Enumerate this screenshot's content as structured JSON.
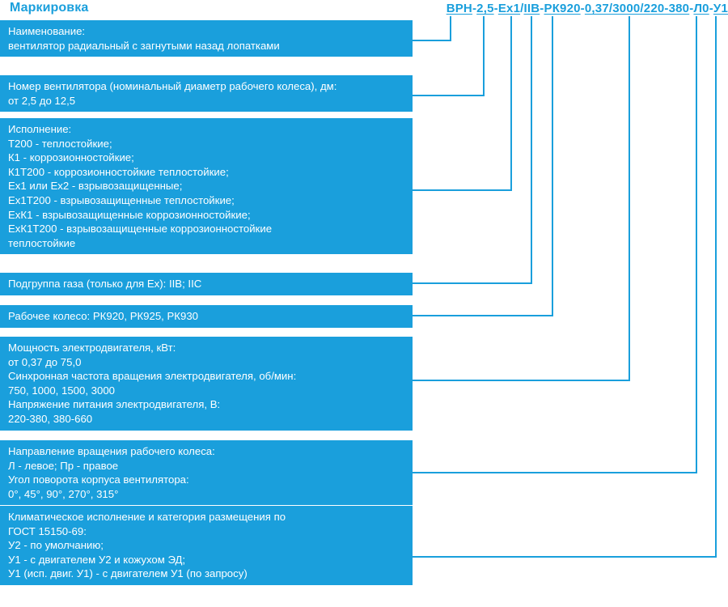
{
  "title": "Маркировка",
  "accent_color": "#1a9fdc",
  "text_color": "#ffffff",
  "background_color": "#ffffff",
  "marking_code": {
    "full": "ВРН-2,5-Ех1/IIВ-РК920-0,37/3000/220-380-Л0-У1",
    "segments": [
      "ВРН",
      "2,5",
      "Ех1",
      "IIВ",
      "РК920",
      "0,37/3000/220-380",
      "Л0",
      "У1"
    ],
    "separators": [
      "-",
      "-",
      "/",
      "-",
      "-",
      "-",
      "-"
    ]
  },
  "boxes": [
    {
      "id": "naimenovanie",
      "name": "name-box",
      "lines": [
        "Наименование:",
        "вентилятор радиальный с загнутыми назад лопатками"
      ]
    },
    {
      "id": "nomer-ventilyatora",
      "name": "fan-number-box",
      "lines": [
        "Номер вентилятора (номинальный диаметр рабочего колеса), дм:",
        "от 2,5 до 12,5"
      ]
    },
    {
      "id": "ispolnenie",
      "name": "execution-box",
      "lines": [
        "Исполнение:",
        "Т200 - теплостойкие;",
        "К1 - коррозионностойкие;",
        "К1Т200 - коррозионностойкие теплостойкие;",
        "Ех1 или Ех2 - взрывозащищенные;",
        "Ех1Т200 - взрывозащищенные теплостойкие;",
        "ЕхК1 - взрывозащищенные коррозионностойкие;",
        "ЕхК1Т200 - взрывозащищенные коррозионностойкие",
        "теплостойкие"
      ]
    },
    {
      "id": "podgruppa-gaza",
      "name": "gas-subgroup-box",
      "lines": [
        "Подгруппа газа (только для Ех): IIВ; IIС"
      ]
    },
    {
      "id": "rabochee-koleso",
      "name": "impeller-box",
      "lines": [
        "Рабочее колесо: РК920, РК925, РК930"
      ]
    },
    {
      "id": "moshchnost",
      "name": "motor-power-box",
      "lines": [
        "Мощность электродвигателя, кВт:",
        "от 0,37 до 75,0",
        "Синхронная частота вращения электродвигателя, об/мин:",
        "750, 1000, 1500, 3000",
        "Напряжение питания электродвигателя, В:",
        "220-380, 380-660"
      ]
    },
    {
      "id": "napravlenie-vrashcheniya",
      "name": "rotation-direction-box",
      "lines": [
        "Направление вращения рабочего колеса:",
        "Л - левое; Пр - правое",
        "Угол поворота корпуса вентилятора:",
        "0°, 45°, 90°, 270°, 315°"
      ]
    },
    {
      "id": "klimaticheskoe",
      "name": "climate-category-box",
      "lines": [
        "Климатическое исполнение и категория размещения по",
        "ГОСТ 15150-69:",
        "У2 - по умолчанию;",
        "У1 - с двигателем У2 и кожухом ЭД;",
        "У1 (исп. двиг. У1) - с двигателем У1 (по запросу)"
      ]
    }
  ]
}
